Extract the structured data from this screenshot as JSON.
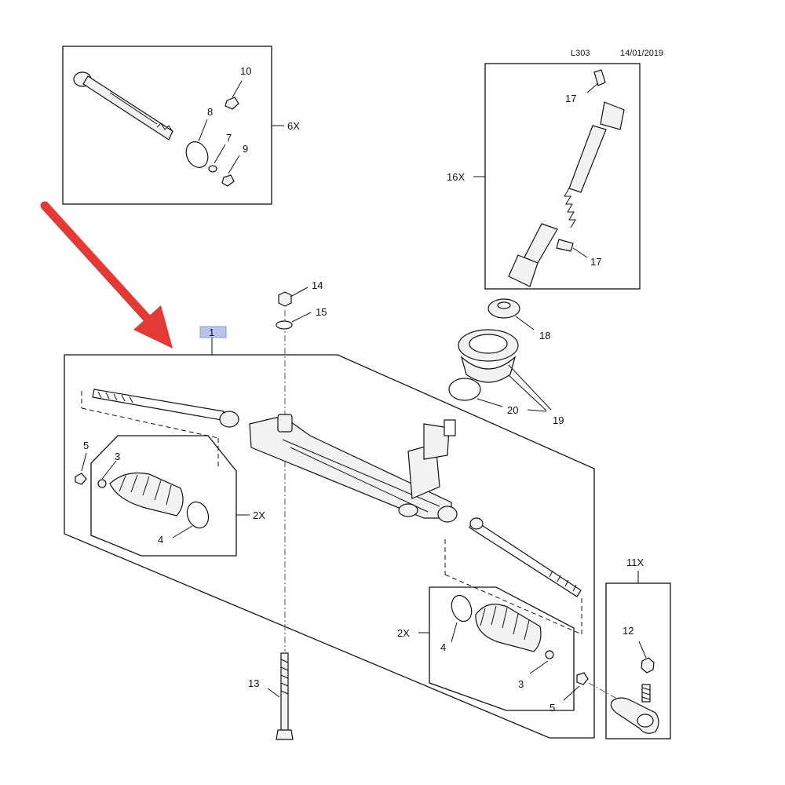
{
  "header": {
    "code": "L303",
    "date": "14/01/2019"
  },
  "highlight": {
    "color": "#e53935",
    "selected_badge": "1",
    "badge_color": "#b8c4ee"
  },
  "labels": {
    "l1": "1",
    "l2x_left": "2X",
    "l2x_right": "2X",
    "l3_left": "3",
    "l3_right": "3",
    "l4_left": "4",
    "l4_right": "4",
    "l5_left": "5",
    "l5_right": "5",
    "l6x": "6X",
    "l7": "7",
    "l8": "8",
    "l9": "9",
    "l10": "10",
    "l11x": "11X",
    "l12": "12",
    "l13": "13",
    "l14": "14",
    "l15": "15",
    "l16x": "16X",
    "l17_top": "17",
    "l17_bottom": "17",
    "l18": "18",
    "l19": "19",
    "l20": "20"
  }
}
